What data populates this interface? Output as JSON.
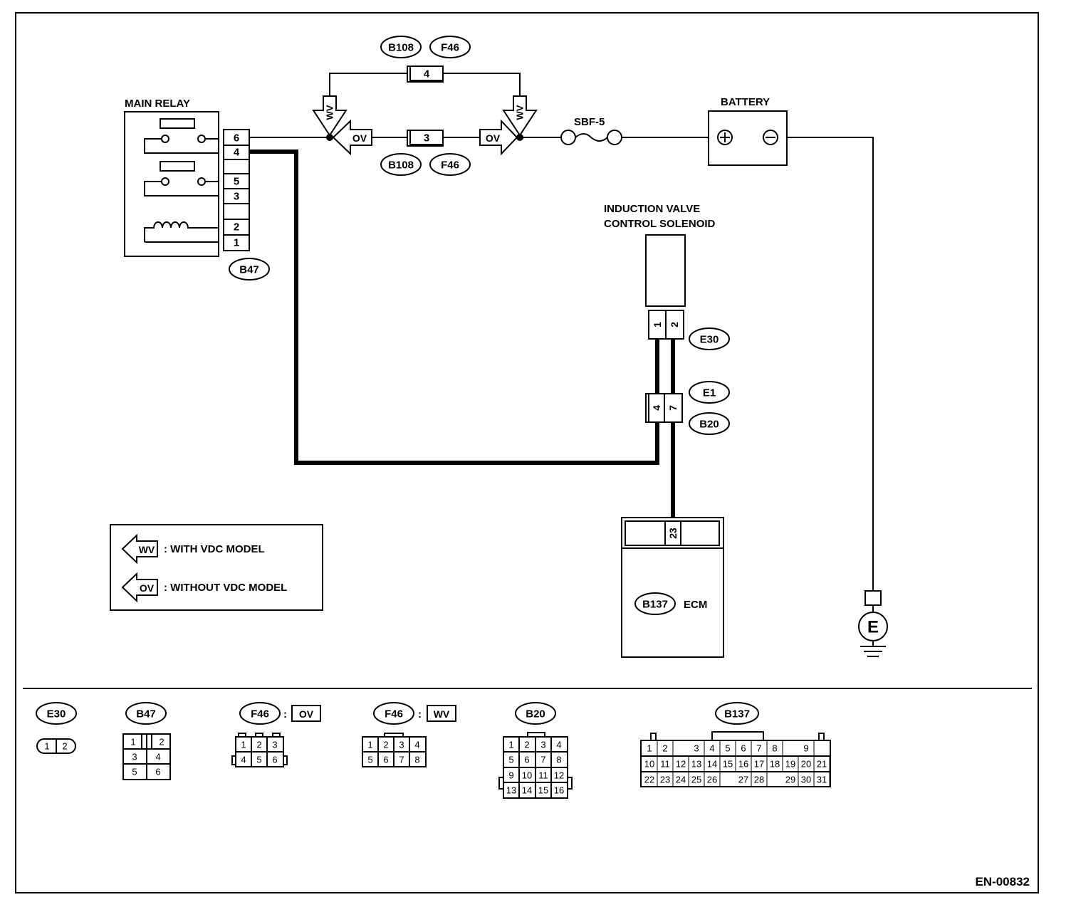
{
  "components": {
    "main_relay": "MAIN RELAY",
    "battery": "BATTERY",
    "fuse": "SBF-5",
    "solenoid_line1": "INDUCTION VALVE",
    "solenoid_line2": "CONTROL SOLENOID",
    "ecm": "ECM"
  },
  "connectors": {
    "b47": "B47",
    "b108_top": "B108",
    "f46_top": "F46",
    "b108_bottom": "B108",
    "f46_bottom": "F46",
    "e30": "E30",
    "e1": "E1",
    "b20": "B20",
    "b137": "B137"
  },
  "relay_pins": [
    "6",
    "4",
    "5",
    "3",
    "2",
    "1"
  ],
  "joint_pins": {
    "top": "4",
    "mid": "3"
  },
  "solenoid_pins": [
    "1",
    "2"
  ],
  "joint_e1_pins": [
    "4",
    "7"
  ],
  "ecm_pin": "23",
  "arrow_tags": {
    "wv": "WV",
    "ov": "OV"
  },
  "ground": "E",
  "legend": {
    "wv_tag": "WV",
    "wv_text": ": WITH VDC MODEL",
    "ov_tag": "OV",
    "ov_text": ": WITHOUT VDC MODEL"
  },
  "connector_views": {
    "e30": {
      "name": "E30",
      "pins": [
        "1",
        "2"
      ]
    },
    "b47": {
      "name": "B47",
      "pins": [
        "1",
        "2",
        "3",
        "4",
        "5",
        "6"
      ]
    },
    "f46_ov": {
      "name": "F46",
      "sep": ":",
      "tag": "OV",
      "pins": [
        "1",
        "2",
        "3",
        "4",
        "5",
        "6"
      ]
    },
    "f46_wv": {
      "name": "F46",
      "sep": ":",
      "tag": "WV",
      "pins": [
        "1",
        "2",
        "3",
        "4",
        "5",
        "6",
        "7",
        "8"
      ]
    },
    "b20": {
      "name": "B20",
      "pins": [
        "1",
        "2",
        "3",
        "4",
        "5",
        "6",
        "7",
        "8",
        "9",
        "10",
        "11",
        "12",
        "13",
        "14",
        "15",
        "16"
      ]
    },
    "b137": {
      "name": "B137",
      "pins": [
        "1",
        "2",
        "3",
        "4",
        "5",
        "6",
        "7",
        "8",
        "9",
        "10",
        "11",
        "12",
        "13",
        "14",
        "15",
        "16",
        "17",
        "18",
        "19",
        "20",
        "21",
        "22",
        "23",
        "24",
        "25",
        "26",
        "27",
        "28",
        "29",
        "30",
        "31"
      ]
    }
  },
  "figure_id": "EN-00832"
}
